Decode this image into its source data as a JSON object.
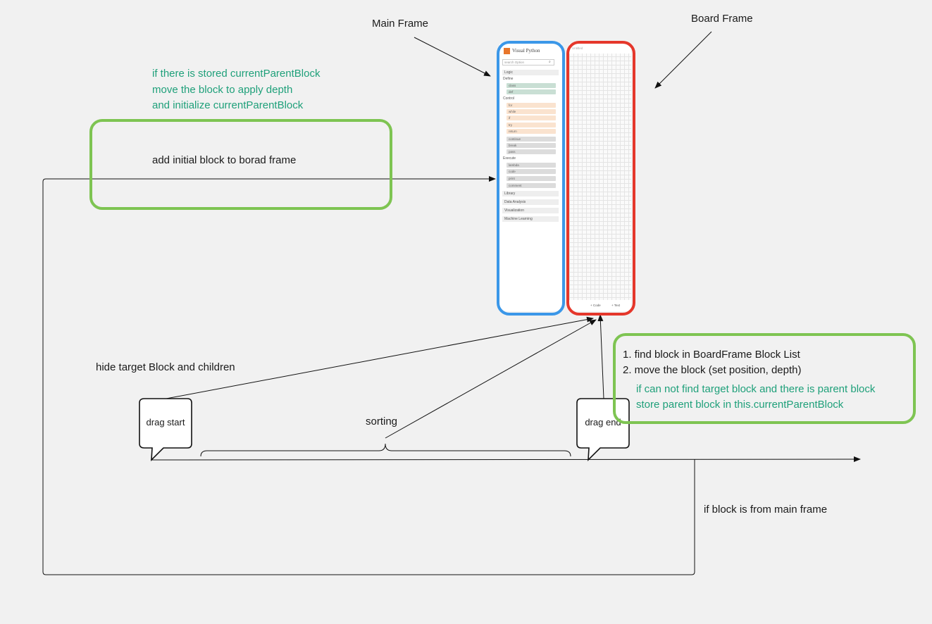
{
  "labels": {
    "main_frame": "Main Frame",
    "board_frame": "Board Frame",
    "stored_parent": [
      "if there is stored currentParentBlock",
      "move the block to apply depth",
      "and initialize currentParentBlock"
    ],
    "add_initial": "add initial block to borad frame",
    "hide_target": "hide target Block and children",
    "drag_start": "drag start",
    "drag_end": "drag end",
    "sorting": "sorting",
    "if_main_frame": "if block is from main frame",
    "drag_end_steps": [
      "1.  find block in BoardFrame Block List",
      "2. move the block (set position, depth)"
    ],
    "drag_end_note": [
      "if can not find target block and there is parent block",
      "store parent block in this.currentParentBlock"
    ]
  },
  "mini_ui": {
    "logo": "Visual Python",
    "search_placeholder": "search Option",
    "board_title": "Untitled",
    "categories": {
      "logic": "Logic",
      "sub_define": "Define",
      "define_blocks": [
        "class",
        "def"
      ],
      "sub_control": "Control",
      "control_blocks": [
        "for",
        "while",
        "if",
        "try",
        "return"
      ],
      "control_blocks_gray": [
        "continue",
        "break",
        "pass"
      ],
      "sub_execute": "Execute",
      "execute_blocks": [
        "lambda",
        "code",
        "print",
        "comment"
      ],
      "others": [
        "Library",
        "Data Analysis",
        "Visualization",
        "Machine Learning"
      ]
    },
    "footer_buttons": [
      "+ Code",
      "+ Text"
    ]
  },
  "colors": {
    "main_frame_border": "#3b97e8",
    "board_frame_border": "#e5372b",
    "note_border": "#7ec452",
    "note_text": "#1fa07a"
  }
}
